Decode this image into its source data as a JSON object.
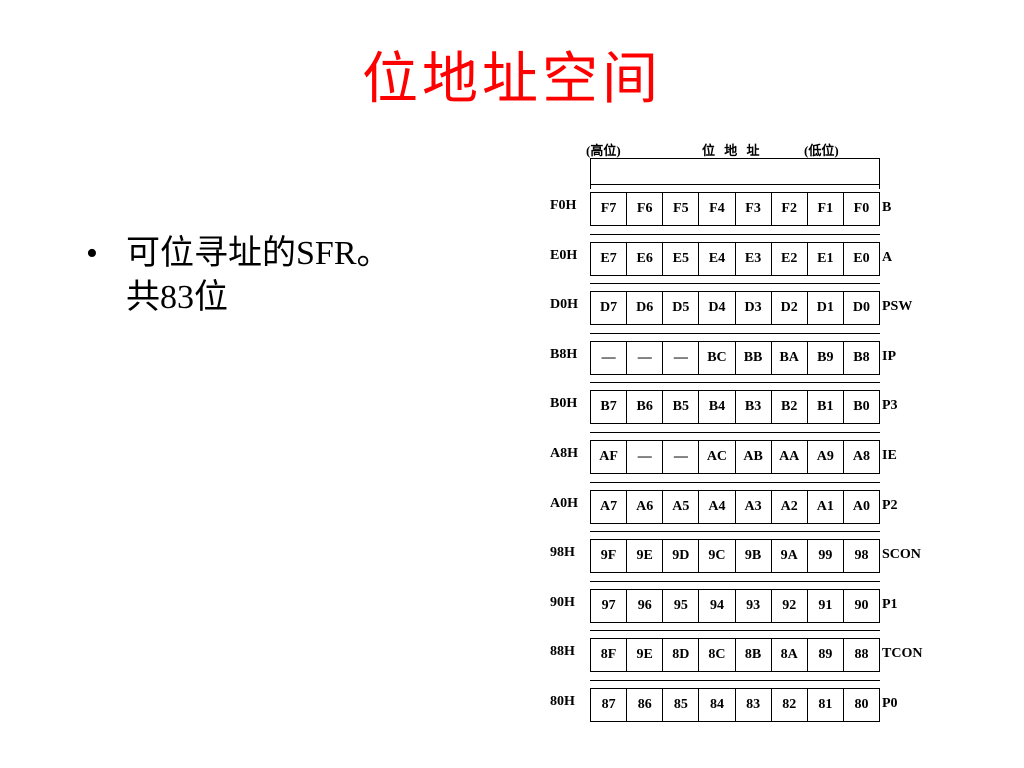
{
  "title": "位地址空间",
  "bullet": {
    "line1": "可位寻址的SFR。",
    "line2": "共83位"
  },
  "table": {
    "header_high": "(高位)",
    "header_mid": "位 地 址",
    "header_low": "(低位)",
    "rows": [
      {
        "addr": "F0H",
        "cells": [
          "F7",
          "F6",
          "F5",
          "F4",
          "F3",
          "F2",
          "F1",
          "F0"
        ],
        "name": "B"
      },
      {
        "addr": "E0H",
        "cells": [
          "E7",
          "E6",
          "E5",
          "E4",
          "E3",
          "E2",
          "E1",
          "E0"
        ],
        "name": "A"
      },
      {
        "addr": "D0H",
        "cells": [
          "D7",
          "D6",
          "D5",
          "D4",
          "D3",
          "D2",
          "D1",
          "D0"
        ],
        "name": "PSW"
      },
      {
        "addr": "B8H",
        "cells": [
          "—",
          "—",
          "—",
          "BC",
          "BB",
          "BA",
          "B9",
          "B8"
        ],
        "name": "IP"
      },
      {
        "addr": "B0H",
        "cells": [
          "B7",
          "B6",
          "B5",
          "B4",
          "B3",
          "B2",
          "B1",
          "B0"
        ],
        "name": "P3"
      },
      {
        "addr": "A8H",
        "cells": [
          "AF",
          "—",
          "—",
          "AC",
          "AB",
          "AA",
          "A9",
          "A8"
        ],
        "name": "IE"
      },
      {
        "addr": "A0H",
        "cells": [
          "A7",
          "A6",
          "A5",
          "A4",
          "A3",
          "A2",
          "A1",
          "A0"
        ],
        "name": "P2"
      },
      {
        "addr": "98H",
        "cells": [
          "9F",
          "9E",
          "9D",
          "9C",
          "9B",
          "9A",
          "99",
          "98"
        ],
        "name": "SCON"
      },
      {
        "addr": "90H",
        "cells": [
          "97",
          "96",
          "95",
          "94",
          "93",
          "92",
          "91",
          "90"
        ],
        "name": "P1"
      },
      {
        "addr": "88H",
        "cells": [
          "8F",
          "9E",
          "8D",
          "8C",
          "8B",
          "8A",
          "89",
          "88"
        ],
        "name": "TCON"
      },
      {
        "addr": "80H",
        "cells": [
          "87",
          "86",
          "85",
          "84",
          "83",
          "82",
          "81",
          "80"
        ],
        "name": "P0"
      }
    ]
  }
}
